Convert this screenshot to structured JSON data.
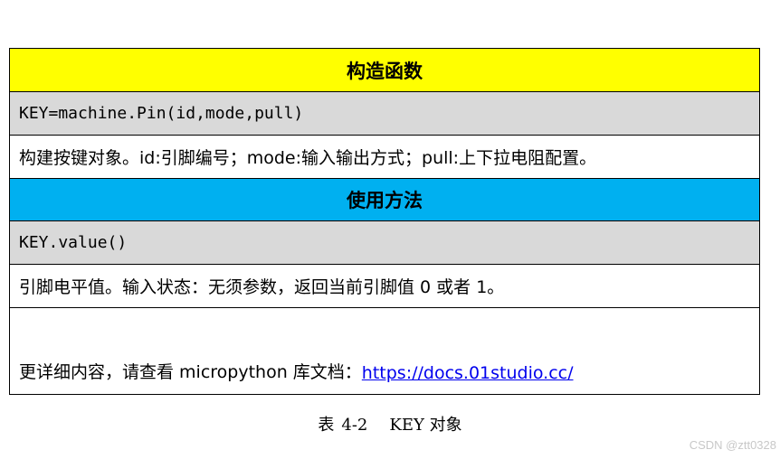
{
  "table": {
    "constructor_header": "构造函数",
    "constructor_code": "KEY=machine.Pin(id,mode,pull)",
    "constructor_desc": "构建按键对象。id:引脚编号；mode:输入输出方式；pull:上下拉电阻配置。",
    "usage_header": "使用方法",
    "usage_code": "KEY.value()",
    "usage_desc": "引脚电平值。输入状态：无须参数，返回当前引脚值 0 或者 1。",
    "more_prefix": "更详细内容，请查看 micropython 库文档：",
    "more_link": "https://docs.01studio.cc/"
  },
  "caption": {
    "label": "表",
    "number": "4-2",
    "title": "KEY 对象"
  },
  "watermark": "CSDN @ztt0328",
  "colors": {
    "header_yellow": "#ffff00",
    "header_blue": "#00b0f0",
    "code_gray": "#d9d9d9",
    "link_blue": "#0000ee"
  }
}
